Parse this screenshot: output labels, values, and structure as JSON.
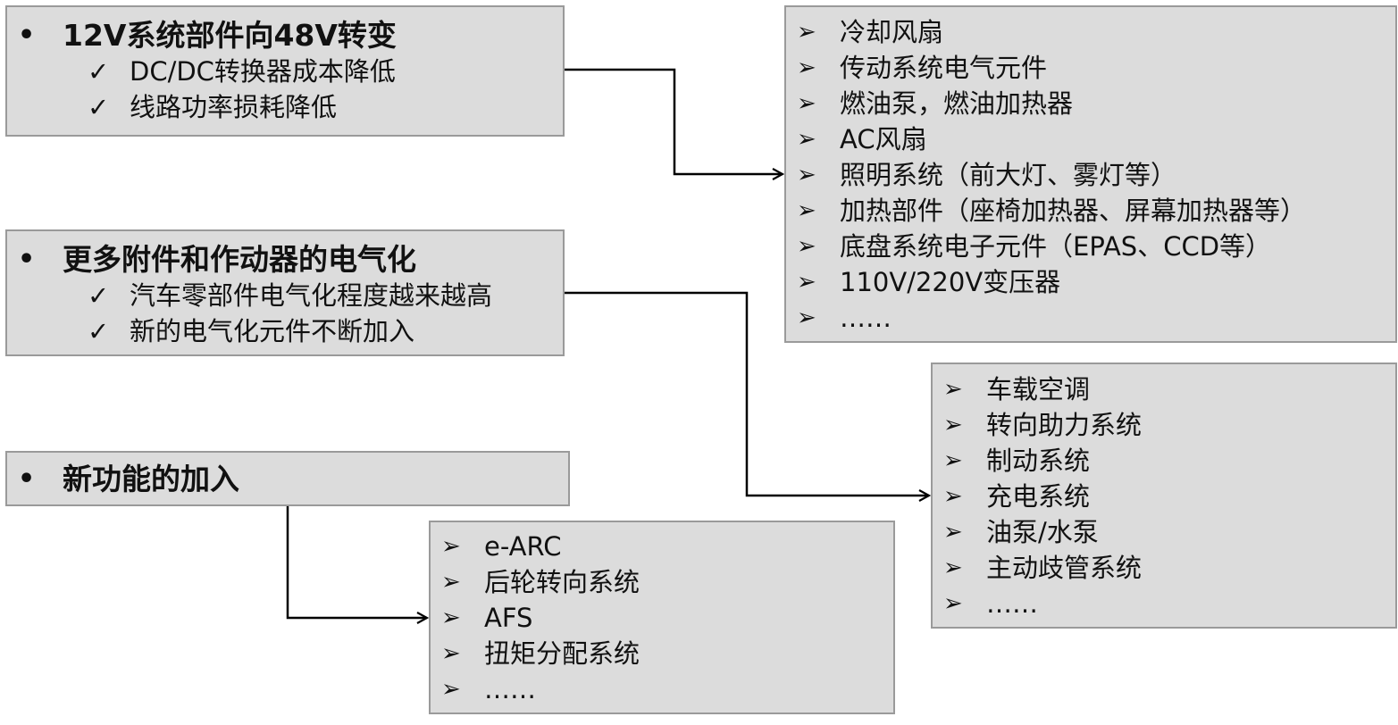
{
  "left_boxes": [
    {
      "bullet": "•",
      "heading": "12V系统部件向48V转变",
      "check_mark": "✓",
      "items": [
        "DC/DC转换器成本降低",
        "线路功率损耗降低"
      ]
    },
    {
      "bullet": "•",
      "heading": "更多附件和作动器的电气化",
      "check_mark": "✓",
      "items": [
        "汽车零部件电气化程度越来越高",
        "新的电气化元件不断加入"
      ]
    },
    {
      "bullet": "•",
      "heading": "新功能的加入",
      "check_mark": "✓",
      "items": []
    }
  ],
  "right_boxes": [
    {
      "arrow_mark": "➢",
      "items": [
        "冷却风扇",
        "传动系统电气元件",
        "燃油泵，燃油加热器",
        "AC风扇",
        "照明系统（前大灯、雾灯等）",
        "加热部件（座椅加热器、屏幕加热器等）",
        "底盘系统电子元件（EPAS、CCD等）",
        "110V/220V变压器",
        "……"
      ]
    },
    {
      "arrow_mark": "➢",
      "items": [
        "车载空调",
        "转向助力系统",
        "制动系统",
        "充电系统",
        "油泵/水泵",
        "主动歧管系统",
        "……"
      ]
    },
    {
      "arrow_mark": "➢",
      "items": [
        "e-ARC",
        "后轮转向系统",
        "AFS",
        "扭矩分配系统",
        "……"
      ]
    }
  ],
  "colors": {
    "box_fill": "#dcdcdc",
    "box_border": "#9a9a9a",
    "text": "#111111",
    "connector": "#000000"
  }
}
